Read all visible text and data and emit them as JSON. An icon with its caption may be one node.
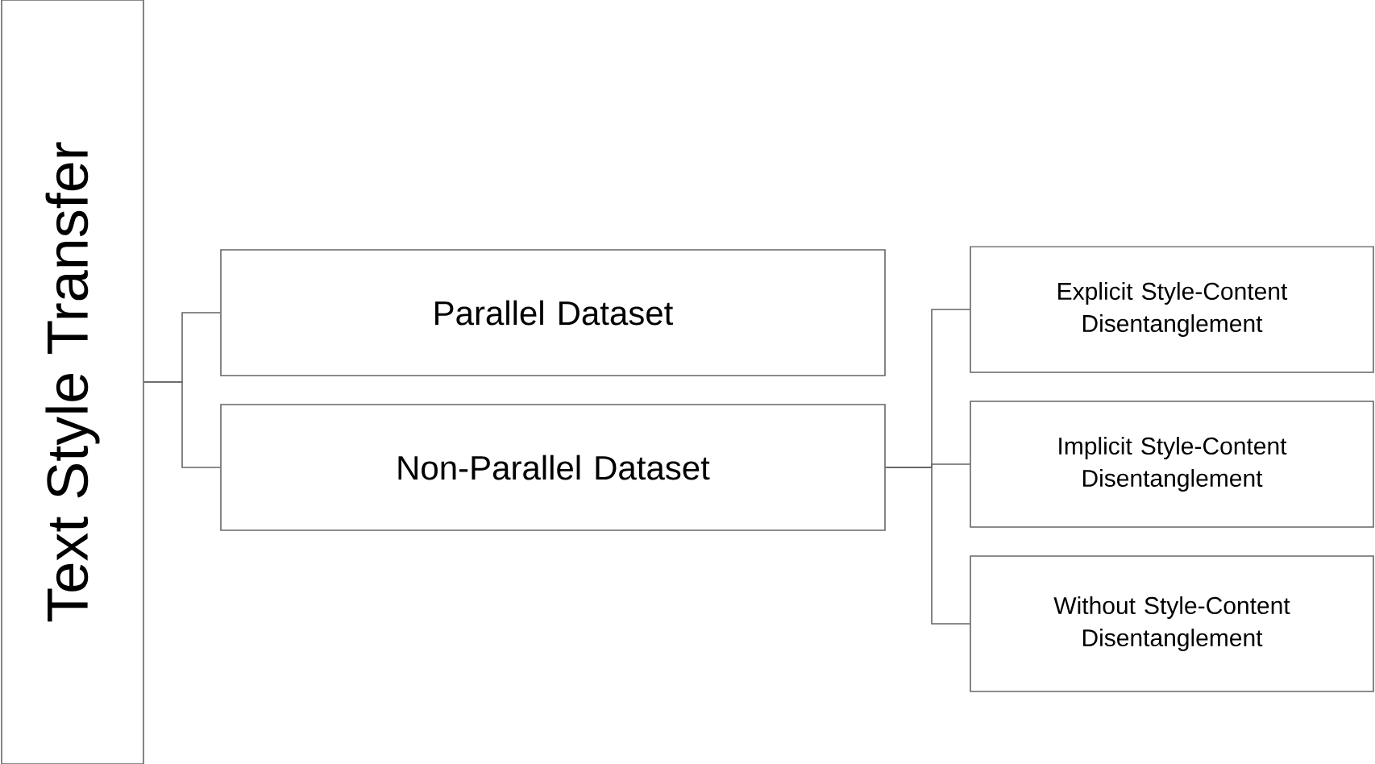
{
  "diagram": {
    "nodes": [
      {
        "text": [
          "Text Style Transfer"
        ]
      },
      {
        "text": [
          "Parallel Dataset"
        ]
      },
      {
        "text": [
          "Non-Parallel Dataset"
        ]
      },
      {
        "text": [
          "Explicit Style-Content Disentanglement"
        ]
      },
      {
        "text": [
          "Implicit Style-Content Disentanglement"
        ]
      },
      {
        "text": [
          "Without Style-Content Disentanglement"
        ]
      }
    ],
    "edges": [
      {
        "from": 0,
        "to": 1,
        "arrow": "none"
      },
      {
        "from": 0,
        "to": 2,
        "arrow": "none"
      },
      {
        "from": 2,
        "to": 3,
        "arrow": "none"
      },
      {
        "from": 2,
        "to": 4,
        "arrow": "none"
      },
      {
        "from": 2,
        "to": 5,
        "arrow": "none"
      }
    ]
  }
}
